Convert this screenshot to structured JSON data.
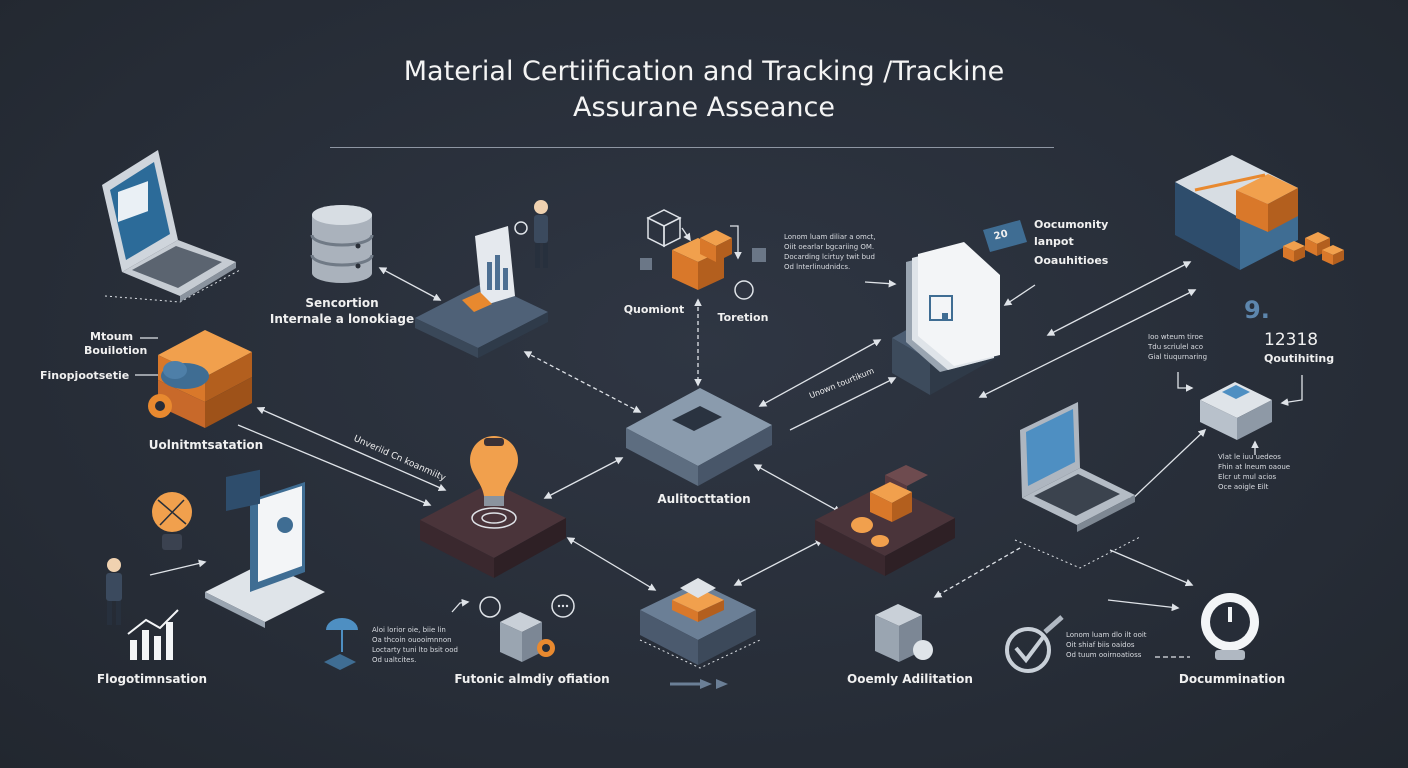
{
  "title_line1": "Material Certiification and Tracking /Trackine",
  "title_line2": "Assurane Asseance",
  "labels": {
    "storage": "Sencortion",
    "storage_sub": "Internale a lonokiage",
    "document_top": "Quomiont",
    "traceability": "Toretion",
    "documentity": "Oocumonity",
    "input": "lanpot",
    "outcomes": "Ooauhitioes",
    "metadata_1": "Mtoum",
    "metadata_2": "Bouilotion",
    "fingerprint": "Finopjootsetie",
    "unification": "Uolnitmtsatation",
    "unverified_tracking": "Unveriid Cn koanmiity",
    "authentication": "Aulitocttation",
    "unknown_tracking": "Unown tourtikum",
    "registration": "Flogotimnsation",
    "future_stability": "Futonic almdiy ofiation",
    "quality_audit": "Ooemly Adilitation",
    "documentation": "Docummination",
    "metric_value": "12318",
    "metric_label": "Qoutihiting",
    "big_number": "9.",
    "badge_number": "20"
  },
  "notes": {
    "top_center": "Lonom luam diliar a omct,\nOiit oearlar bgcariing OM.\nDocarding lcirtuy twit bud\nOd lnterlinudnidcs.",
    "right_mid": "Ioo wteum tiroe\nTdu scriulel aco\nGial tiuqurnaring",
    "right_low": "Vlat le iuu uedeos\nFhin at lneum oaoue\nElcr ut mul acios\nOce aoigle Eilt",
    "bottom_left": "Aloi lorior oie, biie lin\nOa thcoin ouooimnnon\nLoctarty tuni lto bsit ood\nOd ualtcites.",
    "bottom_right": "Lonom luam dlo ilt ooit\nOit shiaf biis oaidos\nOd tuum ooirnoatioss"
  },
  "colors": {
    "background": "#272d38",
    "accent_orange": "#e8892f",
    "accent_blue": "#3f6d93",
    "platform_slate": "#4b5a6e",
    "platform_maroon": "#4a343a",
    "platform_grey": "#8494a6"
  },
  "icons": [
    "laptop-icon",
    "database-icon",
    "report-board-icon",
    "person-icon",
    "cube-network-icon",
    "boxes-icon",
    "clipboard-icon",
    "id-tag-icon",
    "document-stack-icon",
    "crate-stack-icon",
    "gear-icon",
    "server-box-icon",
    "lightbulb-icon",
    "hub-platform-icon",
    "processor-icon",
    "coins-icon",
    "laptop-icon",
    "id-card-icon",
    "chart-icon",
    "umbrella-icon",
    "speech-bubbles-icon",
    "storage-gear-icon",
    "checkmark-icon",
    "gauge-icon"
  ]
}
